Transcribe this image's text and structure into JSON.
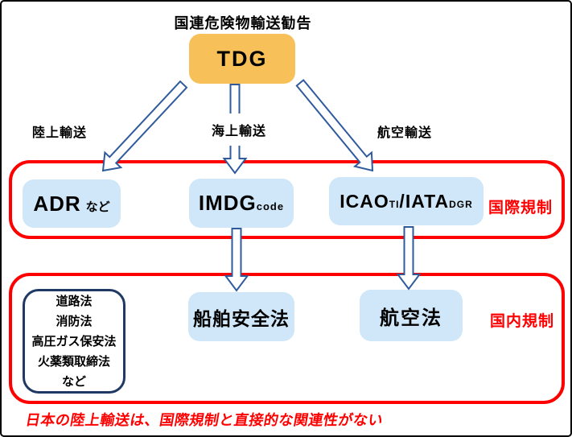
{
  "diagram": {
    "title": "国連危険物輸送勧告",
    "root": {
      "label": "TDG"
    },
    "transport_labels": {
      "land": "陸上輸送",
      "sea": "海上輸送",
      "air": "航空輸送"
    },
    "international": {
      "group_label": "国際規制",
      "adr": {
        "main": "ADR",
        "note": "など"
      },
      "imdg": {
        "main": "IMDG",
        "sub": "code"
      },
      "icao_iata": {
        "p1": "ICAO",
        "s1": "TI",
        "sep": "/",
        "p2": "IATA",
        "s2": "DGR"
      }
    },
    "domestic": {
      "group_label": "国内規制",
      "laws": [
        "道路法",
        "消防法",
        "高圧ガス保安法",
        "火薬類取締法",
        "など"
      ],
      "ship": "船舶安全法",
      "aviation": "航空法"
    },
    "edges": [
      {
        "id": "land",
        "from": "tdg",
        "to": "adr",
        "label": "陸上輸送"
      },
      {
        "id": "sea",
        "from": "tdg",
        "to": "imdg",
        "label": "海上輸送"
      },
      {
        "id": "air",
        "from": "tdg",
        "to": "icao_iata",
        "label": "航空輸送"
      },
      {
        "id": "sea_domestic",
        "from": "imdg",
        "to": "ship_safety",
        "label": ""
      },
      {
        "id": "air_domestic",
        "from": "icao_iata",
        "to": "aviation",
        "label": ""
      }
    ],
    "footnote": "日本の陸上輸送は、国際規制と直接的な関連性がない"
  },
  "colors": {
    "root_fill": "#F8C059",
    "node_fill": "#CFE7F8",
    "arrow_stroke": "#2F5B9D",
    "group_border": "#FF0000",
    "laws_border": "#1F3864",
    "accent_text": "#FF0000"
  }
}
